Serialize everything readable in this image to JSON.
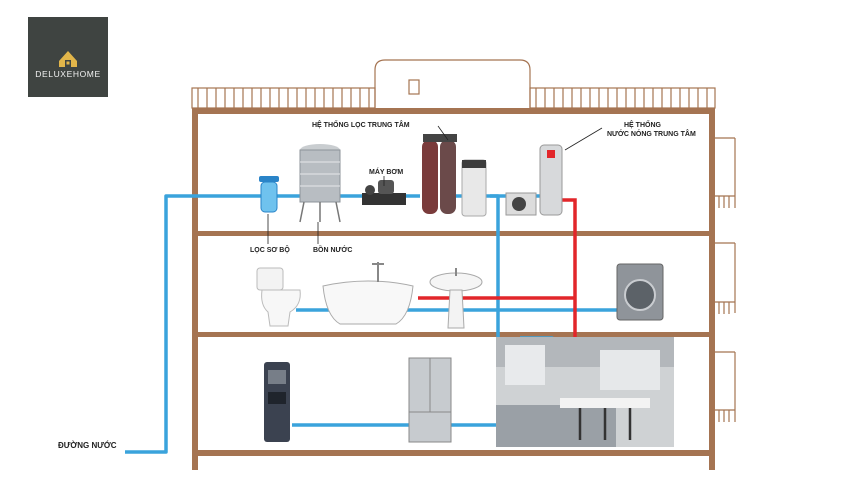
{
  "brand": {
    "name": "DELUXEHOME"
  },
  "labels": {
    "central_filter": "HỆ THỐNG LỌC TRUNG TÂM",
    "hot_water_line1": "HỆ THỐNG",
    "hot_water_line2": "NƯỚC NÓNG TRUNG TÂM",
    "pump": "MÁY BƠM",
    "pre_filter": "LỌC SƠ BỘ",
    "water_tank": "BỒN NƯỚC",
    "water_line": "ĐƯỜNG NƯỚC"
  },
  "colors": {
    "cold_pipe": "#3aa3dc",
    "hot_pipe": "#e2262a",
    "house_frame": "#a57452",
    "logo_bg": "#3f4441",
    "logo_accent": "#e2b64a"
  },
  "icons": [
    "house-logo-icon"
  ]
}
